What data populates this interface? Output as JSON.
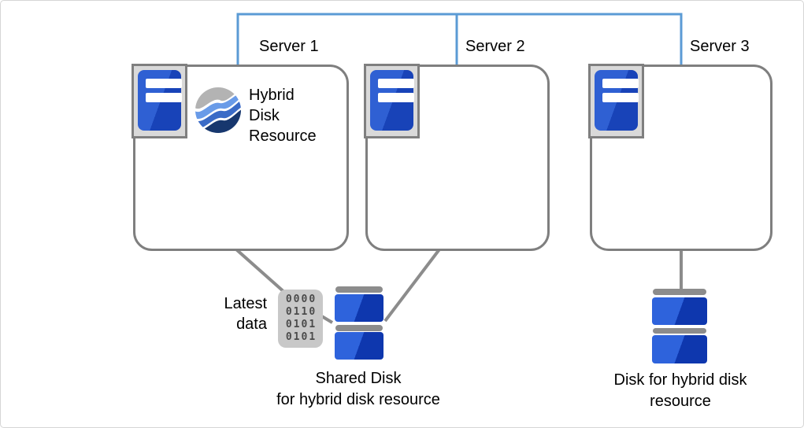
{
  "diagram_type": "cluster-architecture",
  "servers": [
    {
      "label": "Server 1"
    },
    {
      "label": "Server 2"
    },
    {
      "label": "Server 3"
    }
  ],
  "hybrid_resource": {
    "icon": "wave-sphere-icon",
    "lines": [
      "Hybrid",
      "Disk",
      "Resource"
    ]
  },
  "latest_data": {
    "lines": [
      "Latest",
      "data"
    ]
  },
  "binary": {
    "icon": "binary-data-icon",
    "rows": [
      "0000",
      "0110",
      "0101",
      "0101"
    ]
  },
  "shared_disk": {
    "icon": "disk-stack-icon",
    "lines": [
      "Shared Disk",
      "for hybrid disk resource"
    ]
  },
  "hybrid_disk": {
    "icon": "disk-stack-icon",
    "lines": [
      "Disk for hybrid disk",
      "resource"
    ]
  },
  "icons": {
    "server": "server-tower-icon",
    "network": "network-line",
    "connector": "connector-line"
  },
  "colors": {
    "network_blue": "#5b9bd5",
    "box_border_gray": "#7f7f7f",
    "connector_gray": "#8c8c8c",
    "server_blue": "#2f60d3",
    "server_blue_dark": "#1843b8",
    "disk_blue": "#2e63dc",
    "disk_blue_dark": "#0e37ae",
    "icon_bg_gray": "#d9d9d9",
    "binary_bg_gray": "#c8c8c8",
    "binary_digit": "#4b4b4b",
    "wave_gray": "#b3b3b3",
    "wave_light_blue": "#699be8",
    "wave_mid_blue": "#3a6bc7",
    "wave_dark_blue": "#17376e",
    "page_border": "#d5d5d5"
  }
}
